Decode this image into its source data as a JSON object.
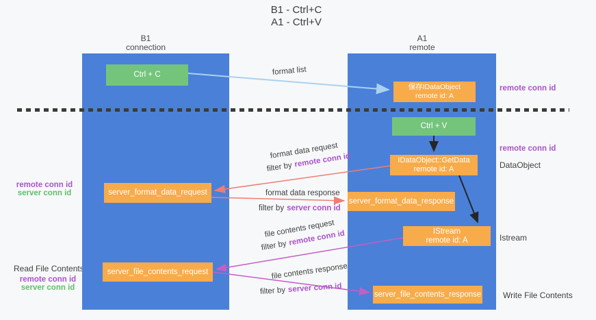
{
  "title": {
    "line1": "B1 - Ctrl+C",
    "line2": "A1 - Ctrl+V"
  },
  "columns": {
    "left": {
      "name": "B1",
      "role": "connection"
    },
    "right": {
      "name": "A1",
      "role": "remote"
    }
  },
  "nodes": {
    "ctrl_c": {
      "label": "Ctrl + C"
    },
    "save_idataobject": {
      "line1": "保存IDataObject",
      "line2": "remote id: A"
    },
    "ctrl_v": {
      "label": "Ctrl + V"
    },
    "getdata": {
      "line1": "IDataObject::GetData",
      "line2": "remote id: A"
    },
    "server_format_data_request": {
      "label": "server_format_data_request"
    },
    "server_format_data_response": {
      "label": "server_format_data_response"
    },
    "istream": {
      "line1": "IStream",
      "line2": "remote id: A"
    },
    "server_file_contents_request": {
      "label": "server_file_contents_request"
    },
    "server_file_contents_response": {
      "label": "server_file_contents_response"
    }
  },
  "edge_labels": {
    "format_list": "format list",
    "format_data_request": {
      "text": "format data request",
      "filter_prefix": "filter by",
      "filter_key": "remote conn id"
    },
    "format_data_response": {
      "text": "format data response",
      "filter_prefix": "filter by",
      "filter_key": "server conn id"
    },
    "file_contents_request": {
      "text": "file contents request",
      "filter_prefix": "filter by",
      "filter_key": "remote conn id"
    },
    "file_contents_response": {
      "text": "file contents response",
      "filter_prefix": "filter by",
      "filter_key": "server conn id"
    }
  },
  "side_labels": {
    "right_top_conn": "remote conn id",
    "right_mid_conn": "remote conn id",
    "dataobject": "DataObject",
    "istream": "Istream",
    "write_file_contents": "Write File Contents",
    "left_mid_remote": "remote conn id",
    "left_mid_server": "server conn id",
    "read_file_contents": "Read File Contents",
    "left_bottom_remote": "remote conn id",
    "left_bottom_server": "server conn id"
  },
  "colors": {
    "column_blue": "#4a80d8",
    "node_orange": "#f8ab4a",
    "node_green": "#74c47c",
    "conn_id_purple": "#a855c8",
    "conn_id_green": "#5fbf6a",
    "arrow_lightblue": "#a9d2f0",
    "arrow_salmon": "#ee7d74",
    "arrow_magenta": "#c55ec5",
    "arrow_black": "#262626",
    "divider_dash": "#3b3b3b"
  }
}
